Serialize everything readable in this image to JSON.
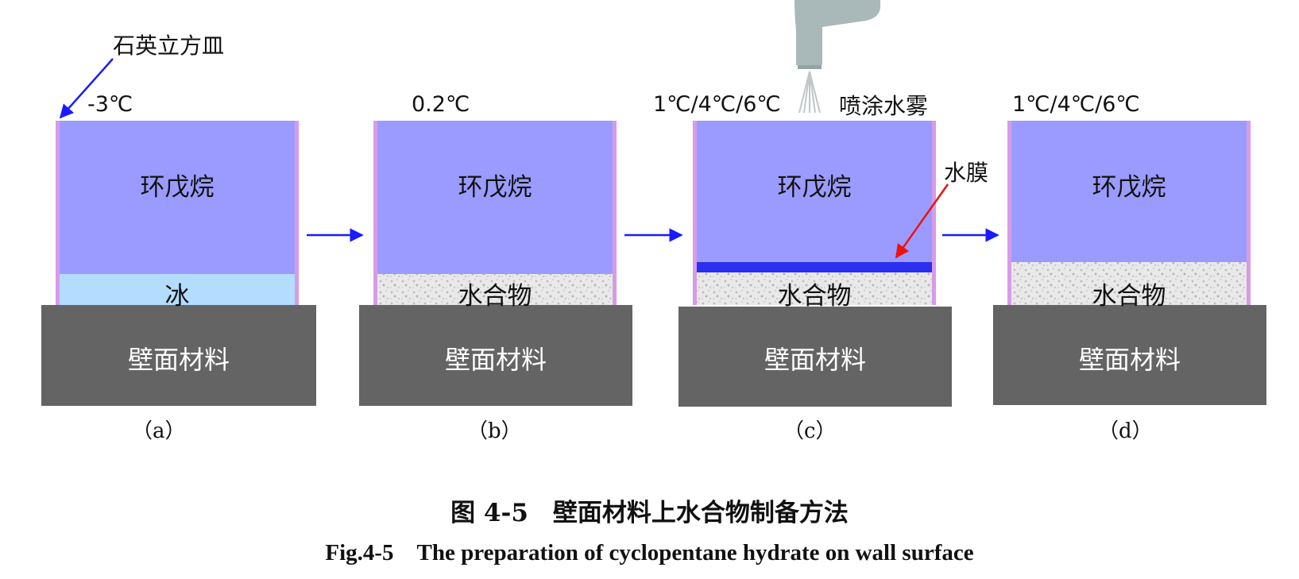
{
  "annotations": {
    "dish_label": "石英立方皿",
    "spray_label": "喷涂水雾",
    "film_label": "水膜"
  },
  "panels": [
    {
      "id": "a",
      "temperature": "-3℃",
      "top_label": "环戊烷",
      "bottom_label": "冰",
      "wall_label": "壁面材料",
      "sublabel": "（a）"
    },
    {
      "id": "b",
      "temperature": "0.2℃",
      "top_label": "环戊烷",
      "bottom_label": "水合物",
      "wall_label": "壁面材料",
      "sublabel": "（b）"
    },
    {
      "id": "c",
      "temperature": "1℃/4℃/6℃",
      "top_label": "环戊烷",
      "bottom_label": "水合物",
      "wall_label": "壁面材料",
      "sublabel": "（c）"
    },
    {
      "id": "d",
      "temperature": "1℃/4℃/6℃",
      "top_label": "环戊烷",
      "bottom_label": "水合物",
      "wall_label": "壁面材料",
      "sublabel": "（d）"
    }
  ],
  "caption": {
    "cn": "图 4-5　壁面材料上水合物制备方法",
    "en": "Fig.4-5　The preparation of cyclopentane hydrate on wall surface"
  },
  "colors": {
    "cyclopentane": "#9b9bff",
    "dish_wall": "#d79be8",
    "ice": "#b4dcff",
    "hydrate": "#e6e6e6",
    "water_film": "#2a2ff0",
    "wall_material": "#646464",
    "flow_arrow": "#1a1aff",
    "dish_pointer": "#1a1aff",
    "film_pointer": "#ee1111"
  }
}
